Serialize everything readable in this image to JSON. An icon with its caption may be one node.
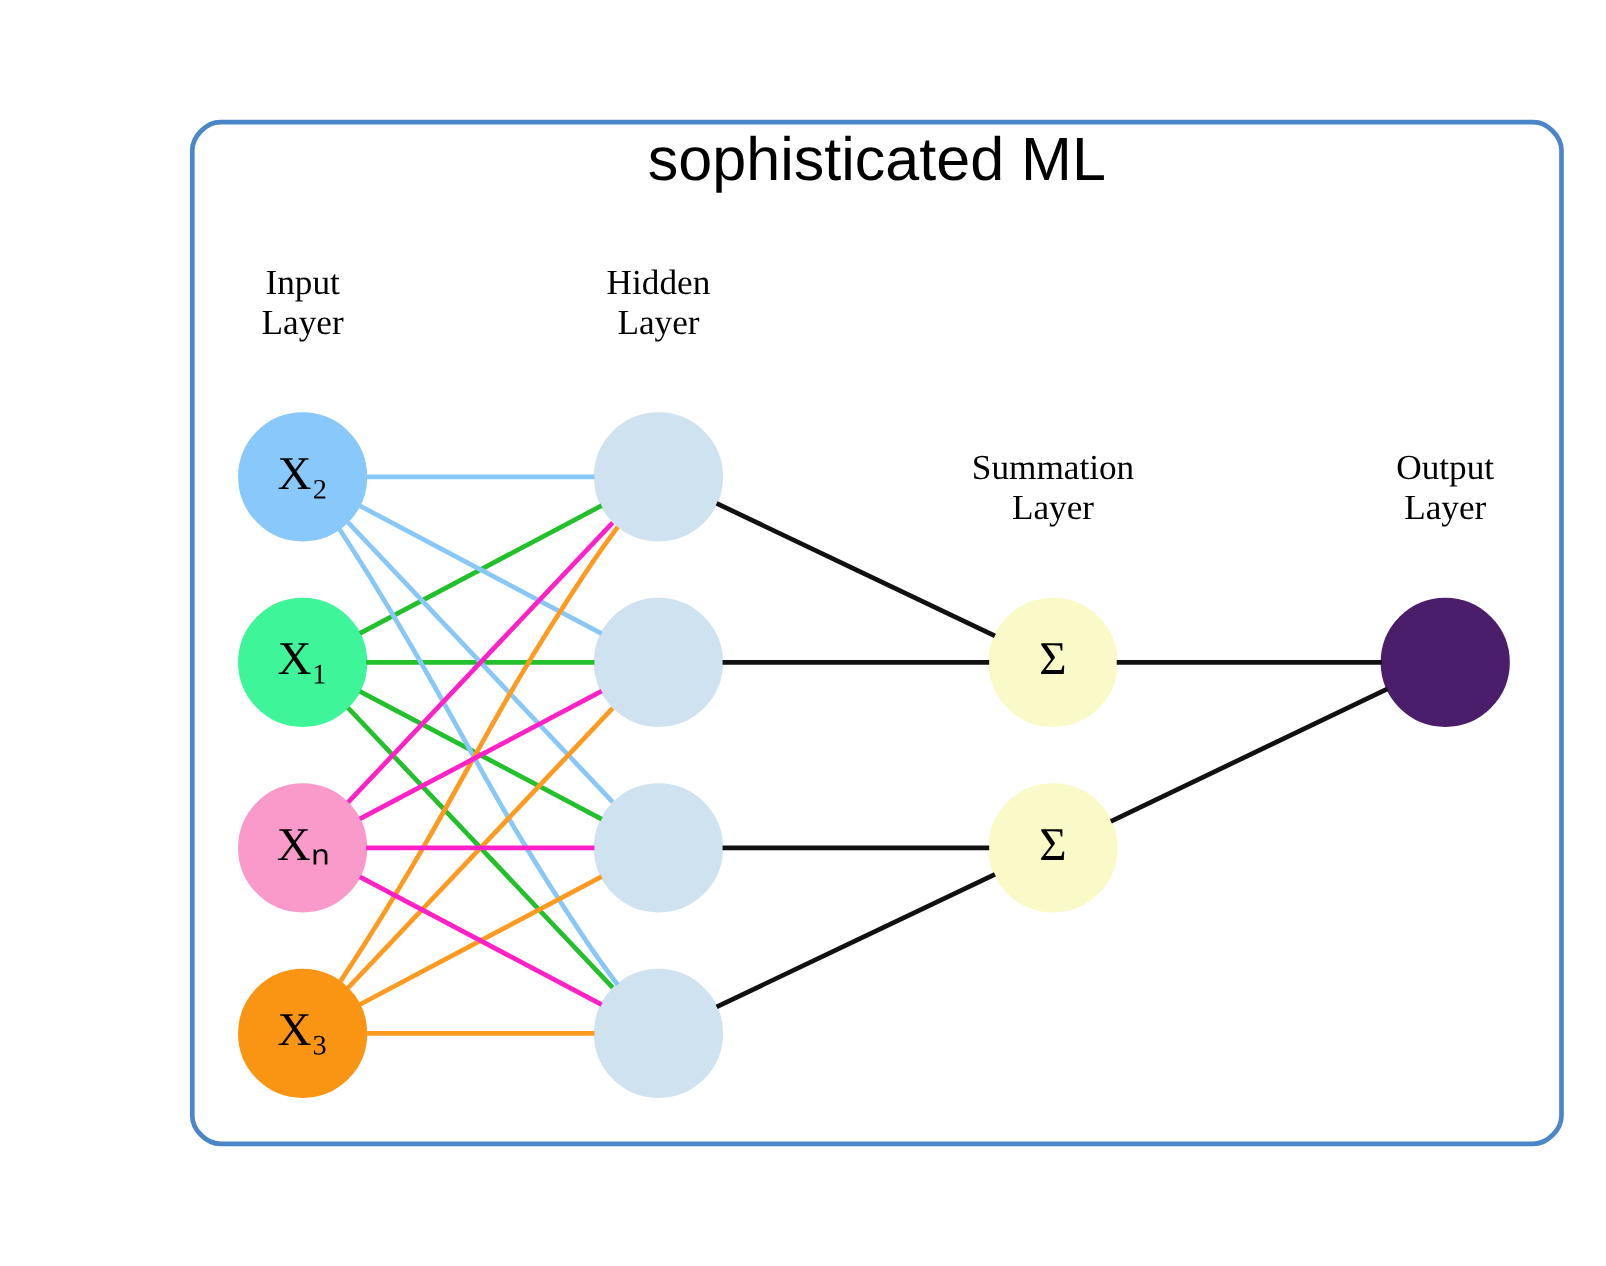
{
  "diagram": {
    "nodes": [
      {
        "text": [
          "sophisticated ML"
        ]
      },
      {
        "text": [
          "X₁"
        ],
        "in": 0
      },
      {
        "text": [
          "X₂"
        ],
        "in": 0
      },
      {
        "text": [
          "X₃"
        ],
        "in": 0
      },
      {
        "text": [
          "Xₙ"
        ],
        "in": 0
      },
      {
        "text": [],
        "shape": "circle",
        "in": 0
      },
      {
        "text": [],
        "shape": "circle",
        "in": 0
      },
      {
        "text": [],
        "shape": "circle",
        "in": 0
      },
      {
        "text": [],
        "shape": "circle",
        "in": 0
      },
      {
        "text": [
          "Σ"
        ],
        "in": 0
      },
      {
        "text": [
          "Σ"
        ],
        "in": 0
      },
      {
        "text": [],
        "shape": "circle",
        "in": 0
      }
    ],
    "edges": [
      {
        "from": 1,
        "to": 5,
        "arrow": "none",
        "color": "#22c02a"
      },
      {
        "from": 1,
        "to": 6,
        "arrow": "none",
        "color": "#22c02a"
      },
      {
        "from": 1,
        "to": 7,
        "arrow": "none",
        "color": "#22c02a"
      },
      {
        "from": 1,
        "to": 8,
        "arrow": "none",
        "color": "#22c02a"
      },
      {
        "from": 2,
        "to": 5,
        "arrow": "none",
        "color": "#88c8f8"
      },
      {
        "from": 2,
        "to": 6,
        "arrow": "none",
        "color": "#88c8f8"
      },
      {
        "from": 2,
        "to": 7,
        "arrow": "none",
        "color": "#88c8f8"
      },
      {
        "from": 2,
        "to": 8,
        "arrow": "none",
        "color": "#88c8f8"
      },
      {
        "from": 3,
        "to": 5,
        "arrow": "none",
        "color": "#ff9a20"
      },
      {
        "from": 3,
        "to": 6,
        "arrow": "none",
        "color": "#ff9a20"
      },
      {
        "from": 3,
        "to": 7,
        "arrow": "none",
        "color": "#ff9a20"
      },
      {
        "from": 3,
        "to": 8,
        "arrow": "none",
        "color": "#ff9a20"
      },
      {
        "from": 4,
        "to": 5,
        "arrow": "none",
        "color": "#ff20c8"
      },
      {
        "from": 4,
        "to": 6,
        "arrow": "none",
        "color": "#ff20c8"
      },
      {
        "from": 4,
        "to": 7,
        "arrow": "none",
        "color": "#ff20c8"
      },
      {
        "from": 4,
        "to": 8,
        "arrow": "none",
        "color": "#ff20c8"
      },
      {
        "from": 5,
        "to": 9,
        "arrow": "none"
      },
      {
        "from": 6,
        "to": 9,
        "arrow": "none"
      },
      {
        "from": 7,
        "to": 10,
        "arrow": "none"
      },
      {
        "from": 8,
        "to": 10,
        "arrow": "none"
      },
      {
        "from": 9,
        "to": 11,
        "arrow": "none"
      },
      {
        "from": 10,
        "to": 11,
        "arrow": "none"
      }
    ],
    "labels": [
      "Input Layer",
      "Hidden Layer",
      "Summation Layer",
      "Output Layer"
    ]
  }
}
